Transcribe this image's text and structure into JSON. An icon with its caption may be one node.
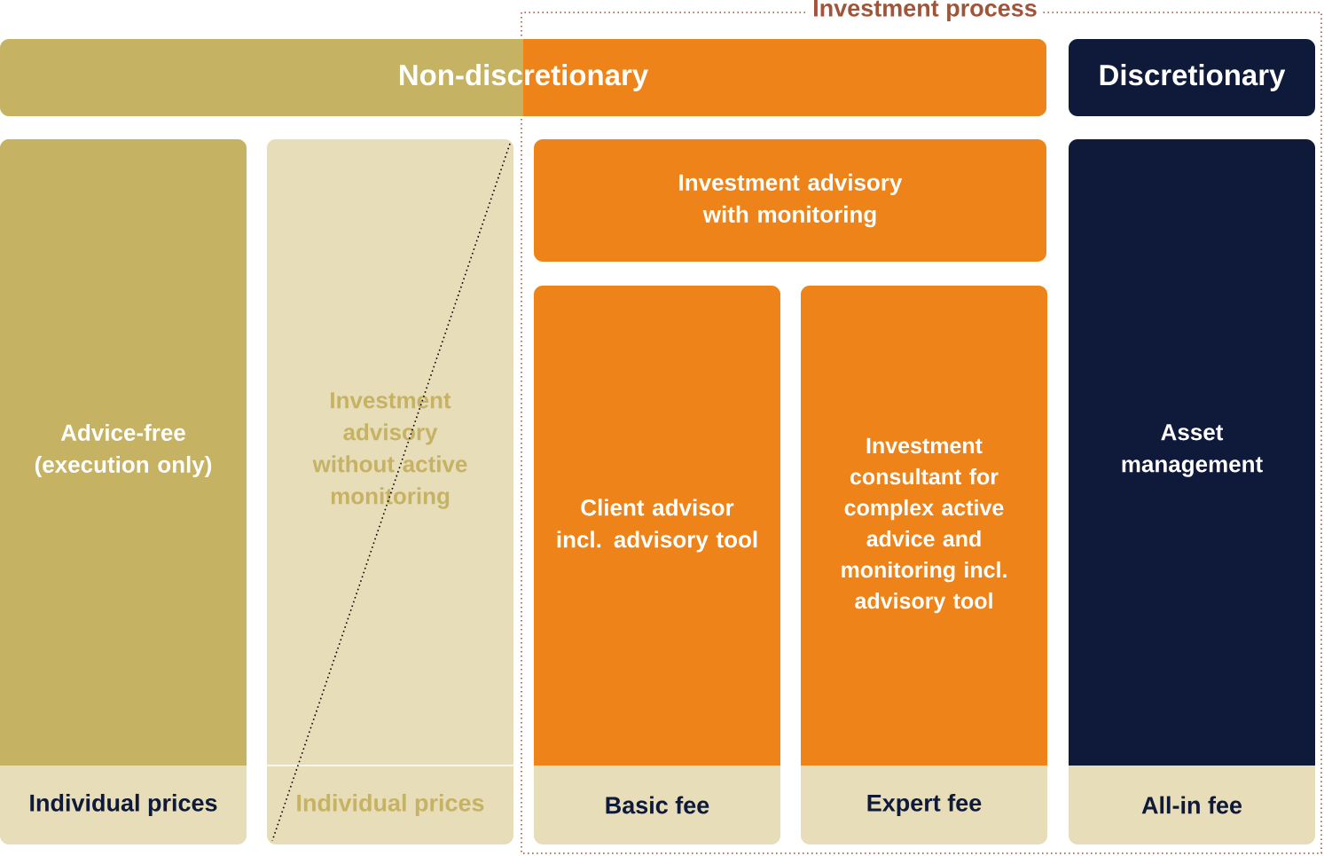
{
  "diagram": {
    "nodes": [
      {
        "text": [
          "Investment process"
        ]
      },
      {
        "text": [
          "Non-discretionary"
        ]
      },
      {
        "text": [
          "Discretionary"
        ],
        "in": 0
      },
      {
        "text": [
          "Advice-free (execution only)",
          "Individual prices"
        ]
      },
      {
        "text": [
          "Investment advisory without active monitoring",
          "Individual prices"
        ]
      },
      {
        "text": [
          "Investment advisory with monitoring"
        ],
        "in": 0
      },
      {
        "text": [
          "Client advisor incl. advisory tool",
          "Basic fee"
        ],
        "in": 0
      },
      {
        "text": [
          "Investment consultant for complex active advice and monitoring incl. advisory tool",
          "Expert fee"
        ],
        "in": 0
      },
      {
        "text": [
          "Asset management",
          "All-in fee"
        ],
        "in": 0
      }
    ]
  }
}
